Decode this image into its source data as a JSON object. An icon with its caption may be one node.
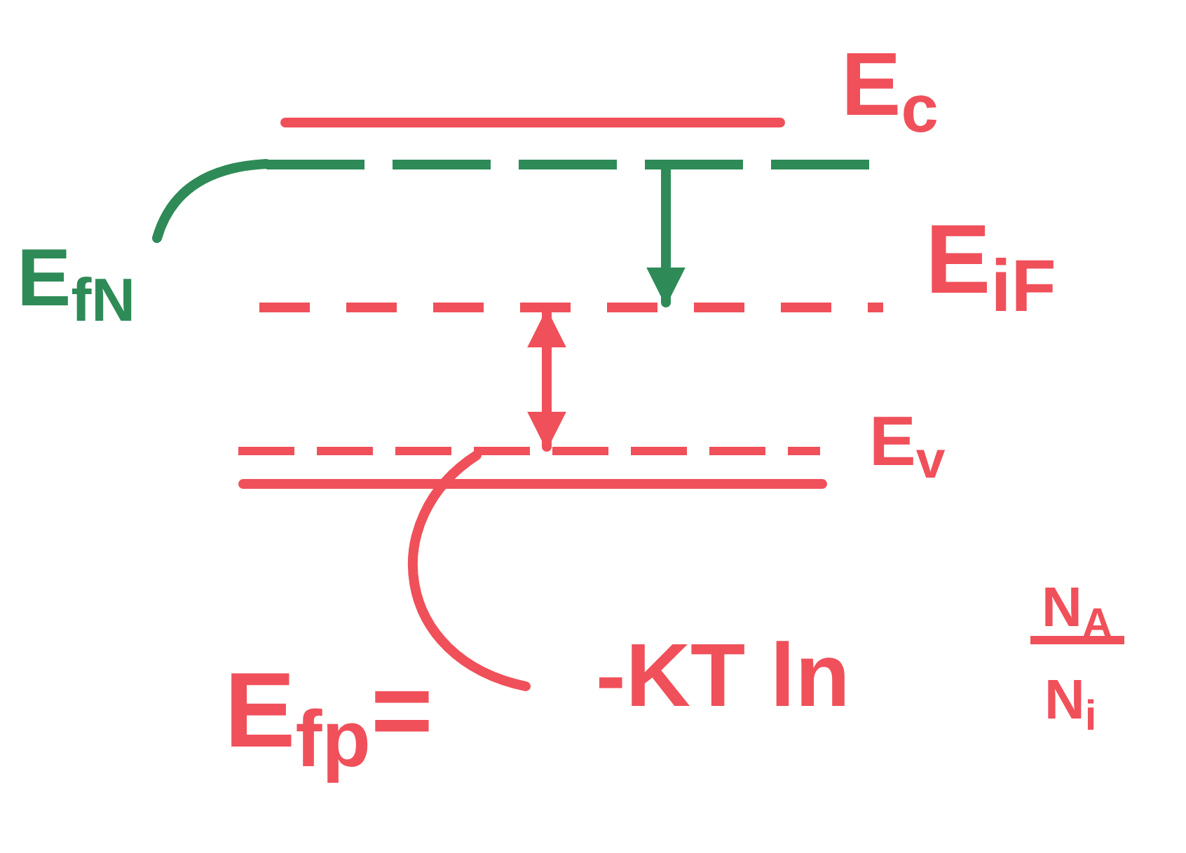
{
  "diagram": {
    "nodes": [
      {
        "text": [],
        "shape": "bar",
        "beside": [
          "E$_{c}$"
        ]
      },
      {
        "text": [],
        "shape": "bar"
      },
      {
        "text": [
          "E$_{fN}$"
        ]
      },
      {
        "text": [],
        "shape": "bar",
        "beside": [
          "E$_{iF}$"
        ]
      },
      {
        "text": [],
        "shape": "bar"
      },
      {
        "text": [],
        "shape": "bar",
        "beside": [
          "E$_{v}$"
        ]
      },
      {
        "text": [
          "E$_{fp}$=",
          "-KT ln",
          "N$_{A}$",
          "N$_{i}$"
        ]
      }
    ],
    "edges": [
      {
        "from": 2,
        "to": 1,
        "arrow": "none",
        "color": "#2e8b57"
      },
      {
        "from": 1,
        "to": 3,
        "arrow": "to",
        "color": "#2e8b57"
      },
      {
        "from": 3,
        "to": 4,
        "arrow": "both",
        "color": "#f0505a"
      },
      {
        "from": 6,
        "to": 4,
        "arrow": "none",
        "color": "#f0505a"
      }
    ]
  }
}
